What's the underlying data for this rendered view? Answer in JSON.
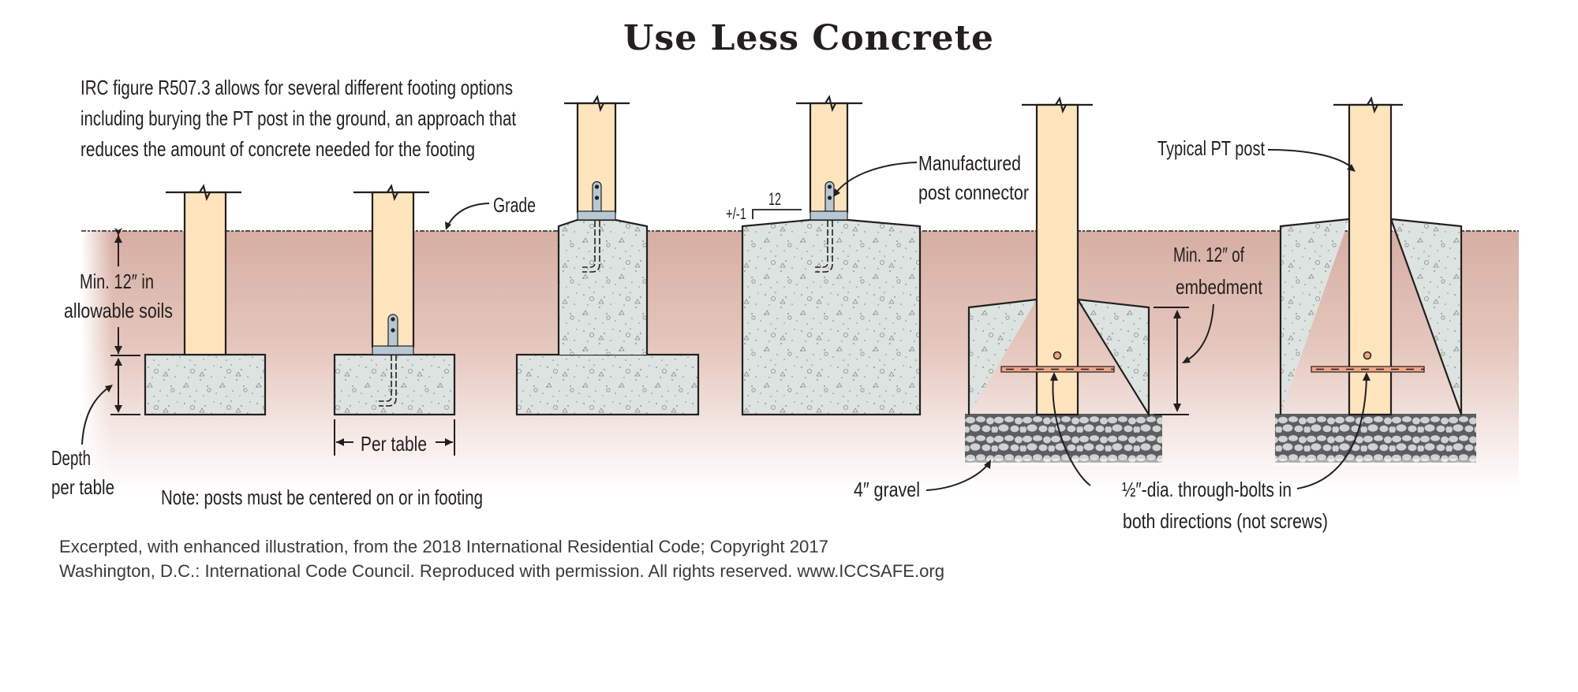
{
  "title": "Use Less Concrete",
  "intro": {
    "lines": [
      "IRC figure R507.3 allows for several different footing options",
      "including burying the PT post in the ground, an approach that",
      "reduces the amount of concrete needed for the footing"
    ]
  },
  "labels": {
    "grade": "Grade",
    "min_soil_line1": "Min. 12″ in",
    "min_soil_line2": "allowable soils",
    "depth_line1": "Depth",
    "depth_line2": "per table",
    "per_table": "Per table",
    "note": "Note: posts must be centered on or in footing",
    "slope_rise": "+/-1",
    "slope_run": "12",
    "connector_line1": "Manufactured",
    "connector_line2": "post connector",
    "typical_post": "Typical PT post",
    "embed_line1": "Min. 12″ of",
    "embed_line2": "embedment",
    "gravel": "4″ gravel",
    "bolts_line1": "½″-dia. through-bolts in",
    "bolts_line2": "both directions (not screws)"
  },
  "credit": {
    "line1": "Excerpted, with enhanced illustration, from the 2018 International Residential Code; Copyright 2017",
    "line2": "Washington, D.C.: International Code Council. Reproduced with permission. All rights reserved. www.ICCSAFE.org"
  },
  "colors": {
    "post": "#fde4bd",
    "concrete": "#dde3e0",
    "soil_top": "#d6aea3",
    "soil_bottom": "#fbf2ef",
    "connector": "#b7c8d3",
    "bolt": "#f0a484",
    "gravel": "#cfd1d2"
  },
  "footings": [
    {
      "id": "footing-1",
      "type": "post on pad, post bears directly on concrete"
    },
    {
      "id": "footing-2",
      "type": "post on pad with connector"
    },
    {
      "id": "footing-3",
      "type": "pier on spread footing with connector"
    },
    {
      "id": "footing-4",
      "type": "full pier with connector"
    },
    {
      "id": "footing-5",
      "type": "embedded post in concrete collar on gravel"
    },
    {
      "id": "footing-6",
      "type": "embedded post in full-depth concrete on gravel"
    }
  ]
}
